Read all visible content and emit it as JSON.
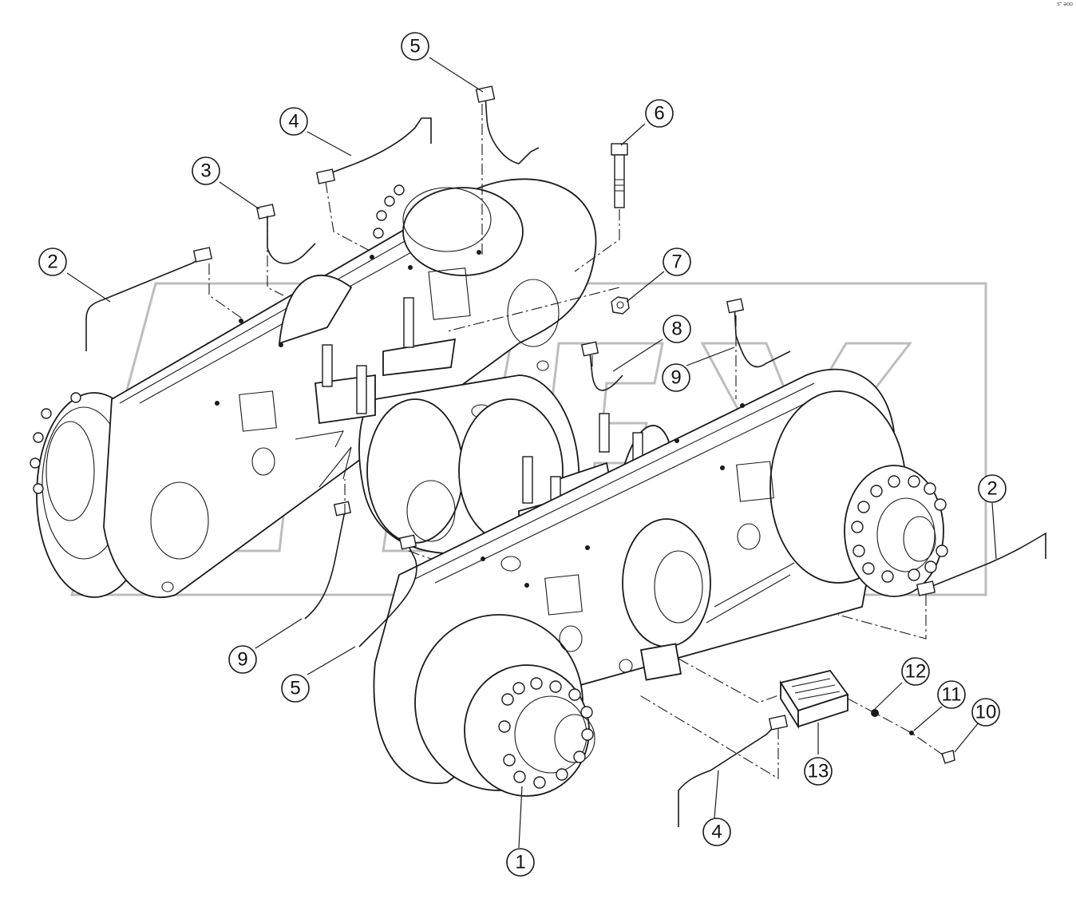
{
  "corner_mark": "s° əoo",
  "callouts": [
    {
      "id": "c5a",
      "label": "5"
    },
    {
      "id": "c4a",
      "label": "4"
    },
    {
      "id": "c6",
      "label": "6"
    },
    {
      "id": "c3",
      "label": "3"
    },
    {
      "id": "c2a",
      "label": "2"
    },
    {
      "id": "c7",
      "label": "7"
    },
    {
      "id": "c8",
      "label": "8"
    },
    {
      "id": "c9a",
      "label": "9"
    },
    {
      "id": "c2b",
      "label": "2"
    },
    {
      "id": "c9b",
      "label": "9"
    },
    {
      "id": "c5b",
      "label": "5"
    },
    {
      "id": "c12",
      "label": "12"
    },
    {
      "id": "c11",
      "label": "11"
    },
    {
      "id": "c10",
      "label": "10"
    },
    {
      "id": "c13",
      "label": "13"
    },
    {
      "id": "c4b",
      "label": "4"
    },
    {
      "id": "c1",
      "label": "1"
    }
  ]
}
